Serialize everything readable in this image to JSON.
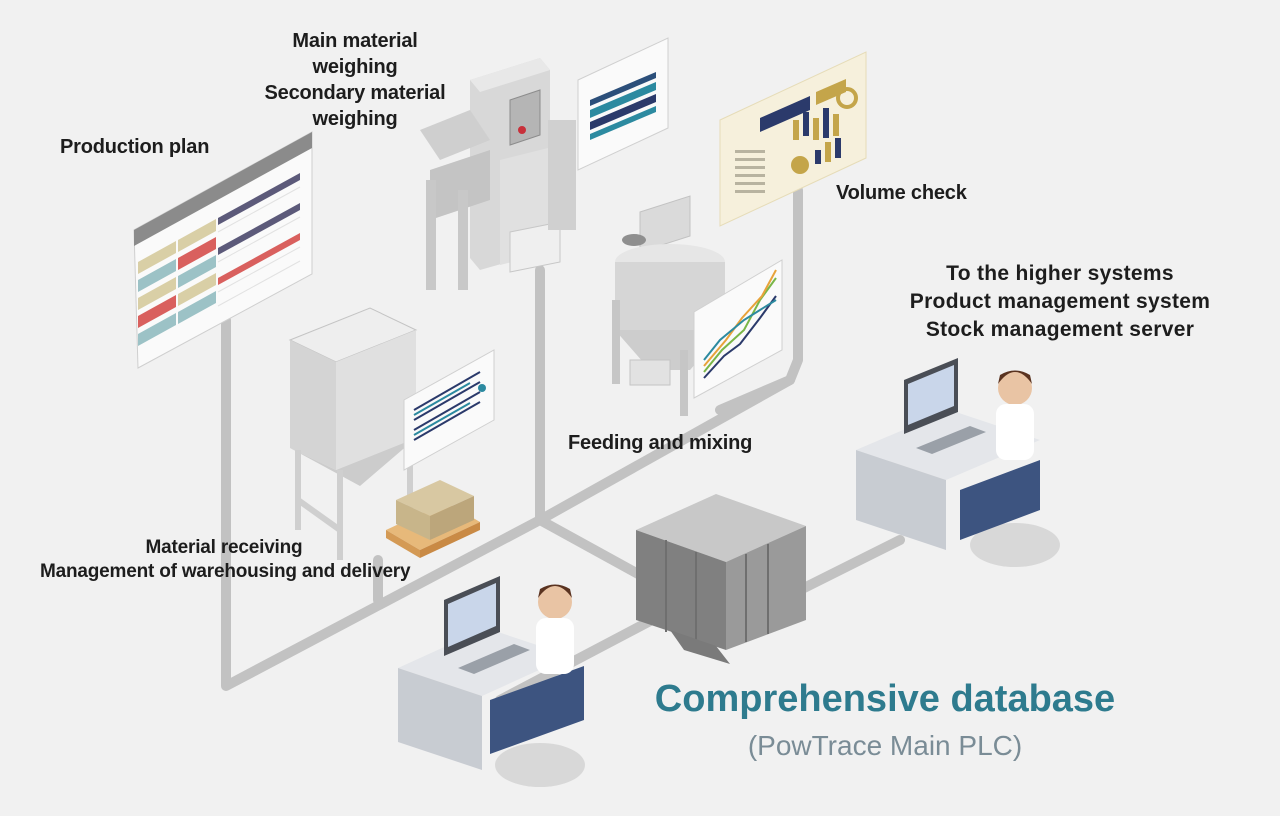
{
  "labels": {
    "production_plan": "Production plan",
    "main_weighing": [
      "Main material",
      "weighing",
      "Secondary material",
      "weighing"
    ],
    "volume_check": "Volume check",
    "higher_systems": [
      "To the higher systems",
      "Product management system",
      "Stock management server"
    ],
    "feeding_mixing": "Feeding and mixing",
    "material_receiving": [
      "Material receiving",
      "Management of warehousing and delivery"
    ]
  },
  "database": {
    "title": "Comprehensive database",
    "subtitle": "(PowTrace Main PLC)"
  },
  "colors": {
    "background": "#f1f1f1",
    "pipe": "#c2c2c2",
    "title_teal": "#2e7b8e",
    "subtitle_gray": "#7a8c96",
    "chart_navy": "#2b3a6b",
    "chart_gold": "#c4a54a",
    "chart_teal": "#2c8aa0",
    "plan_red": "#d9605e",
    "plan_beige": "#d9cfa6",
    "plan_aqua": "#9cc2c6",
    "chair_blue": "#3d5480"
  },
  "icons": [
    "production-plan-screen-icon",
    "weighing-machine-icon",
    "silo-icon",
    "mixer-icon",
    "server-rack-icon",
    "operator-workstation-icon"
  ]
}
